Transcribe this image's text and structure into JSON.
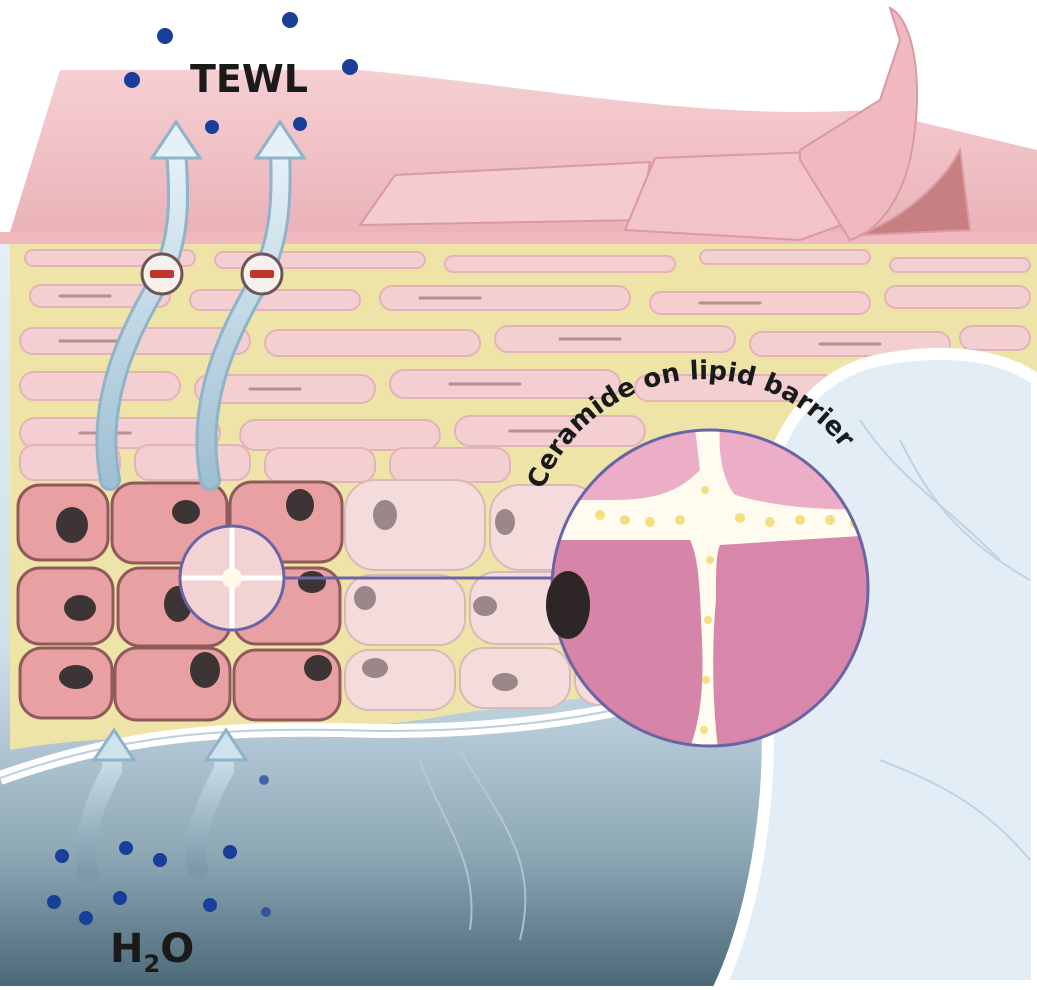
{
  "labels": {
    "tewl": "TEWL",
    "water_main": "H",
    "water_sub": "2",
    "water_tail": "O",
    "zoom_caption": "Ceramide on lipid barrier"
  },
  "colors": {
    "stratum_corneum": "#efb9bf",
    "lipid_layer": "#efe4a8",
    "cell_pink": "#e9a0a3",
    "cell_light": "#f5dcdc",
    "nucleus": "#3d3535",
    "dermis_light": "#dbe9f3",
    "dermis_dark": "#51707f",
    "arrow": "#cfe2ee",
    "arrow_edge": "#8fb3c8",
    "water_dot": "#1a3f9a",
    "zoom_ring": "#6a64a6",
    "ceramide": "#f3df80",
    "minus": "#c0362c"
  },
  "icons": {
    "minus_badge": "minus-circle-icon",
    "up_arrow": "up-arrow-icon"
  }
}
